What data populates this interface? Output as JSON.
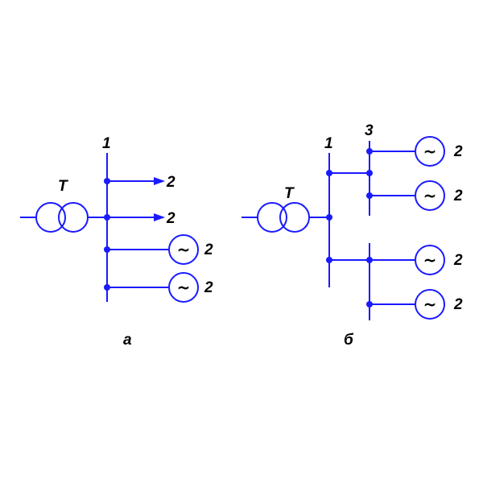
{
  "colors": {
    "wire": "#1a1aff",
    "label": "#000000",
    "background": "#ffffff"
  },
  "icons": {
    "transformer": "two-overlapping-circles",
    "generator": "circle-with-tilde",
    "load": "arrow-right",
    "node": "filled-dot"
  },
  "diagram_a": {
    "caption": "а",
    "transformer_label": "T",
    "bus_label": "1",
    "load_labels": [
      "2",
      "2"
    ],
    "generator_labels": [
      "2",
      "2"
    ],
    "generator_symbol": "~"
  },
  "diagram_b": {
    "caption": "б",
    "transformer_label": "T",
    "bus1_label": "1",
    "bus3_label": "3",
    "generator_labels": [
      "2",
      "2",
      "2",
      "2"
    ],
    "generator_symbol": "~"
  }
}
